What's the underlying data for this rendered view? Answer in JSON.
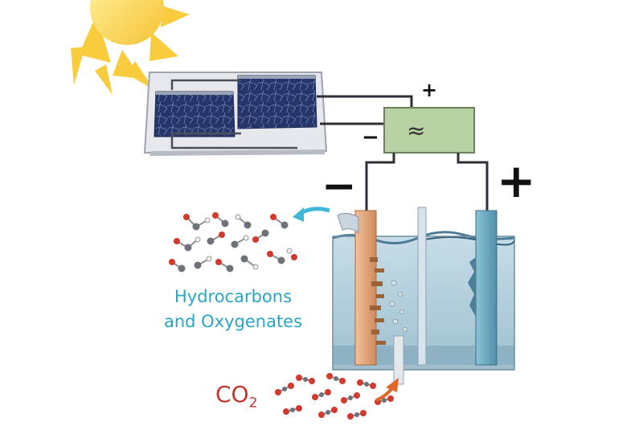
{
  "labels": {
    "positive_small": "+",
    "negative_small": "−",
    "converter_symbol": "≈",
    "negative_electrode": "−",
    "positive_electrode": "+",
    "products_line1": "Hydrocarbons",
    "products_line2": "and Oxygenates",
    "co2_main": "CO",
    "co2_sub": "2"
  },
  "colors": {
    "sun": "#fbd35a",
    "panel_cells": "#2a3a6c",
    "converter": "#b7d0a1",
    "cathode_copper": "#e0a070",
    "anode": "#6aa6bd",
    "electrolyte": "#a9cad8",
    "product_text": "#2aa6c2",
    "co2_text": "#c0392b",
    "co2_arrow": "#e2662a",
    "product_arrow": "#3fb8d8"
  },
  "icons": [
    "sun-icon",
    "solar-panel-icon",
    "power-converter-icon",
    "electrolysis-cell-icon",
    "molecule-icon"
  ]
}
